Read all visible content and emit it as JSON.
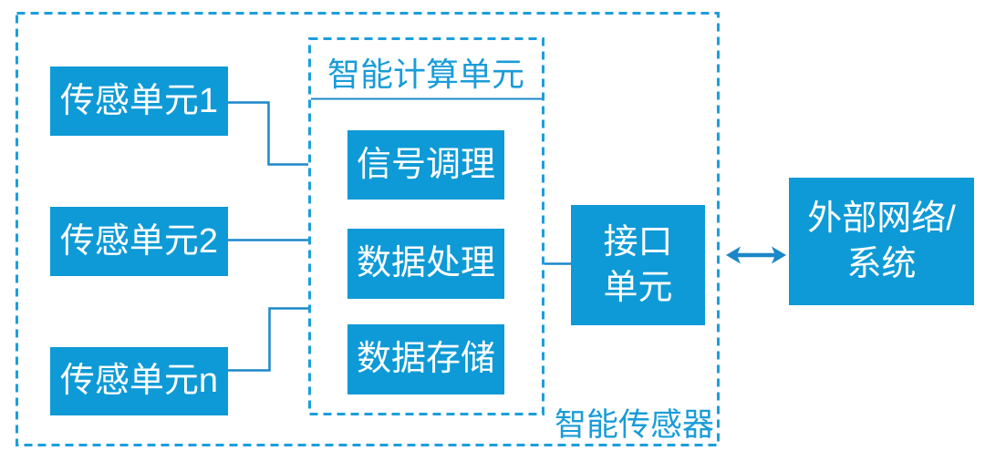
{
  "diagram": {
    "outer_group_label": "智能传感器",
    "computing_group_label": "智能计算单元",
    "sensor_units": [
      {
        "label": "传感单元1"
      },
      {
        "label": "传感单元2"
      },
      {
        "label": "传感单元n"
      }
    ],
    "computing_modules": [
      {
        "label": "信号调理"
      },
      {
        "label": "数据处理"
      },
      {
        "label": "数据存储"
      }
    ],
    "interface_unit": {
      "line1": "接口",
      "line2": "单元"
    },
    "external_system": {
      "line1": "外部网络/",
      "line2": "系统"
    },
    "colors": {
      "box_fill": "#0E9AD6",
      "dashed_border": "#1C9EDC",
      "label_text": "#199CD8",
      "connector_line": "#1B87C9",
      "box_text": "#FFFFFF",
      "background": "#FFFFFF"
    }
  }
}
